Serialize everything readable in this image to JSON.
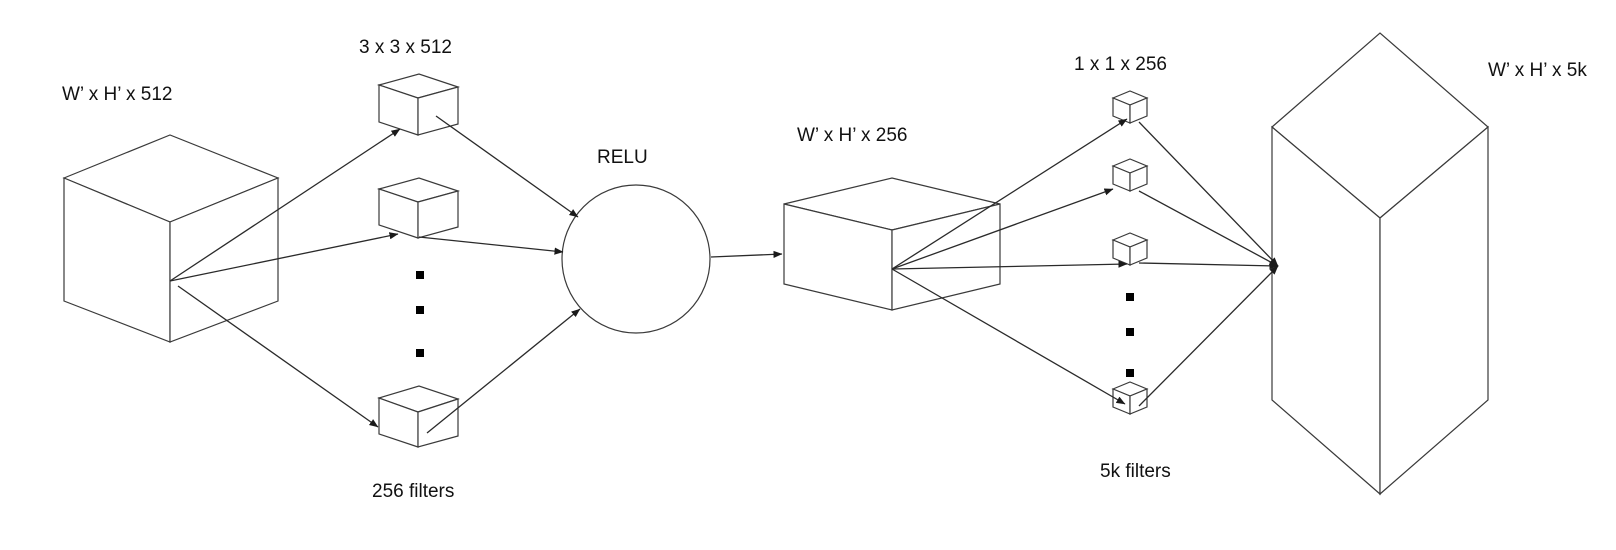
{
  "labels": {
    "input_dims": "W’ x H’ x 512",
    "conv3_dims": "3 x 3 x 512",
    "conv3_count": "256 filters",
    "activation": "RELU",
    "middle_dims": "W’ x  H’ x 256",
    "conv1_dims": "1 x 1 x 256",
    "conv1_count": "5k filters",
    "output_dims": "W’ x H’ x 5k"
  },
  "colors": {
    "stroke": "#3a3a3a",
    "arrow": "#2a2a2a",
    "text": "#111111",
    "background": "#ffffff"
  }
}
